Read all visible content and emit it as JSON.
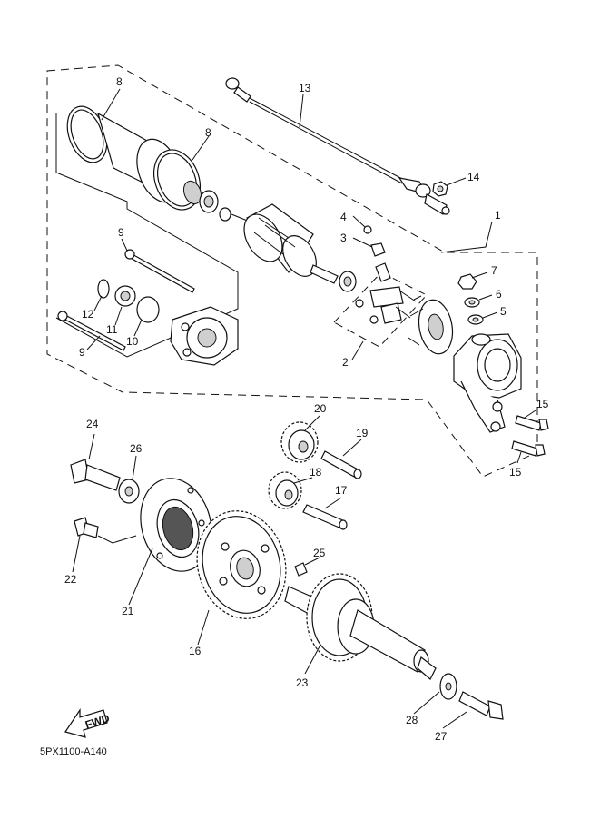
{
  "diagram": {
    "code": "5PX1100-A140",
    "fwd_label": "FWD",
    "parts": [
      "1",
      "2",
      "3",
      "4",
      "5",
      "6",
      "7",
      "8",
      "9",
      "10",
      "11",
      "12",
      "13",
      "14",
      "15",
      "16",
      "17",
      "18",
      "19",
      "20",
      "21",
      "22",
      "23",
      "24",
      "25",
      "26",
      "27",
      "28"
    ]
  }
}
